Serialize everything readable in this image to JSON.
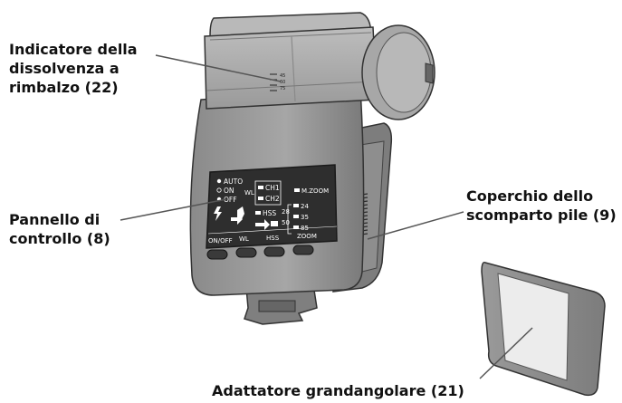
{
  "callouts": {
    "bounce": [
      "Indicatore della",
      "dissolvenza a",
      "rimbalzo (22)"
    ],
    "panel": [
      "Pannello di",
      "controllo (8)"
    ],
    "battery": [
      "Coperchio dello",
      "scomparto pile (9)"
    ],
    "adapter": "Adattatore grandangolare (21)"
  },
  "flash_head": {
    "scale": [
      "45",
      "60",
      "75"
    ]
  },
  "panel_labels": {
    "auto": "AUTO",
    "on": "ON",
    "off": "OFF",
    "ch1": "CH1",
    "wl": "WL",
    "ch2": "CH2",
    "mzoom": "M.ZOOM",
    "hss": "HSS",
    "z24": "24",
    "z28": "28",
    "z35": "35",
    "z50": "50",
    "z85": "85",
    "buttons": [
      "ON/OFF",
      "WL",
      "HSS",
      "ZOOM"
    ]
  }
}
